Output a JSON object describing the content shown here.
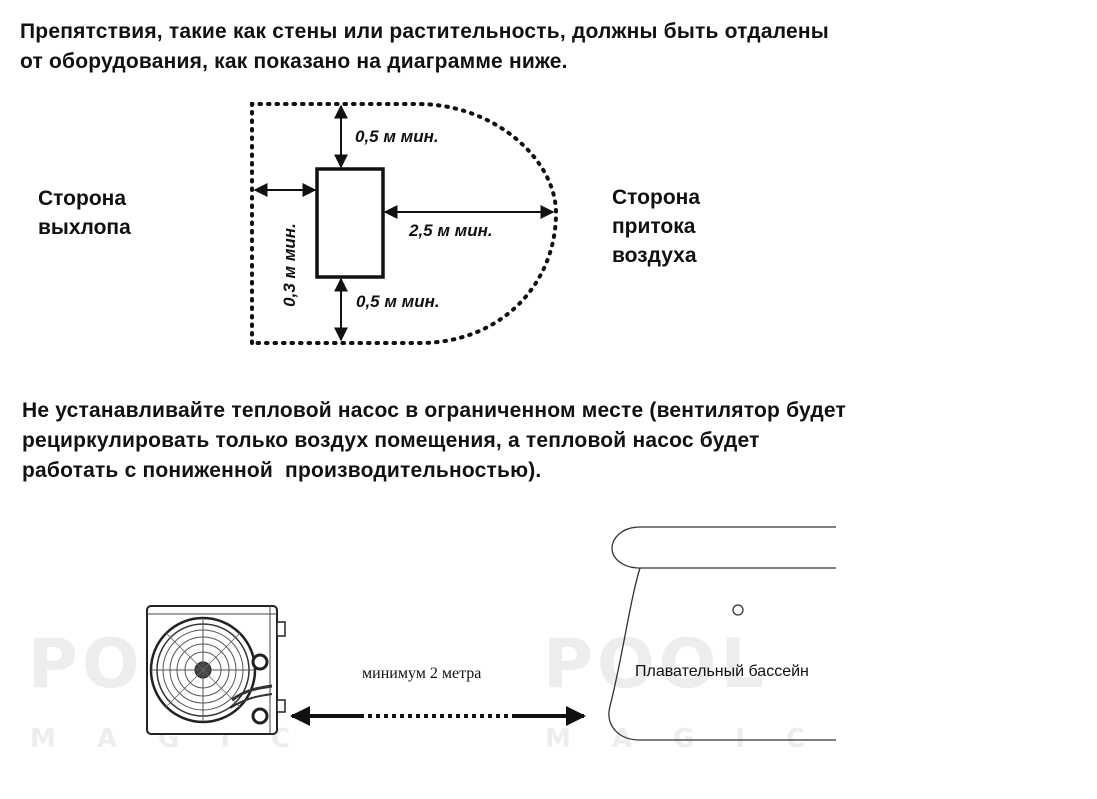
{
  "intro_text": [
    "Препятствия, такие как стены или растительность, должны быть отдалены",
    "от оборудования, как показано на диаграмме ниже."
  ],
  "clearance_diagram": {
    "exhaust_side": [
      "Сторона",
      "выхлопа"
    ],
    "intake_side": [
      "Сторона",
      "притока",
      "воздуха"
    ],
    "top_clearance": "0,5 м мин.",
    "bottom_clearance": "0,5 м мин.",
    "intake_clearance": "2,5 м мин.",
    "exhaust_clearance": "0,3 м мин."
  },
  "warning_text": [
    "Не устанавливайте тепловой насос в ограниченном месте (вентилятор будет",
    "рециркулировать только воздух помещения, а тепловой насос будет",
    "работать с пониженной  производительностью)."
  ],
  "pool_diagram": {
    "distance_label": "минимум 2 метра",
    "pool_label": "Плавательный бассейн"
  },
  "watermark": {
    "brand": "POOL",
    "tagline": "MAGIC"
  }
}
